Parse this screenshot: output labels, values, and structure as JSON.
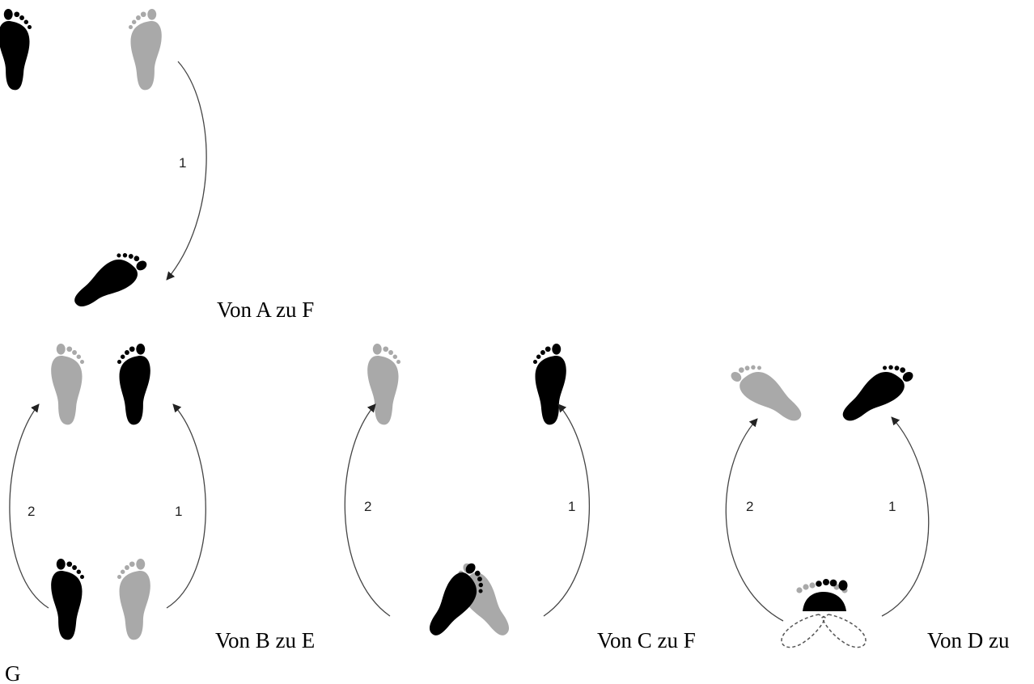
{
  "colors": {
    "dark_foot": "#000000",
    "light_foot": "#a9a9a9",
    "arrow": "#444444"
  },
  "panels": [
    {
      "caption": "Von A zu F",
      "steps": [
        "1"
      ]
    },
    {
      "caption": "Von B zu E",
      "steps": [
        "2",
        "1"
      ]
    },
    {
      "caption": "Von C zu F",
      "steps": [
        "2",
        "1"
      ]
    },
    {
      "caption": "Von D zu",
      "caption_wrap": "G",
      "steps": [
        "2",
        "1"
      ]
    }
  ]
}
